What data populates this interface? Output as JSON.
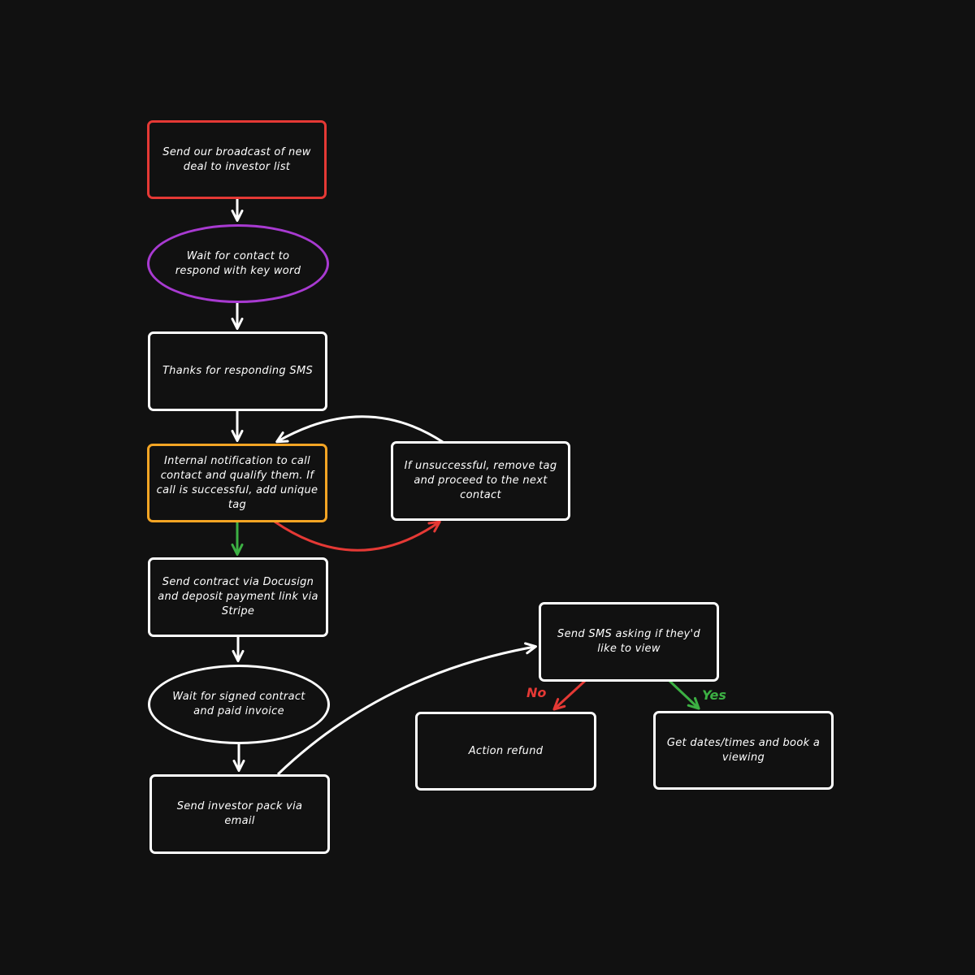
{
  "colors": {
    "background": "#111111",
    "default": "#ffffff",
    "start": "#e53935",
    "wait": "#a83ad1",
    "decision": "#f5a524",
    "yes": "#3cb043",
    "no": "#e53935"
  },
  "nodes": {
    "broadcast": "Send our broadcast of new deal to investor list",
    "wait_keyword": "Wait for contact to respond with key word",
    "thanks_sms": "Thanks for responding SMS",
    "internal_notification": "Internal notification to call contact and qualify them. If call is successful, add unique tag",
    "unsuccessful": "If unsuccessful, remove tag and proceed to the next contact",
    "send_contract": "Send contract via Docusign and deposit payment link via Stripe",
    "wait_signed": "Wait for signed contract and paid invoice",
    "investor_pack": "Send investor pack via email",
    "sms_view": "Send SMS asking if they'd like to view",
    "action_refund": "Action refund",
    "book_viewing": "Get dates/times and book a viewing"
  },
  "edge_labels": {
    "no": "No",
    "yes": "Yes"
  }
}
